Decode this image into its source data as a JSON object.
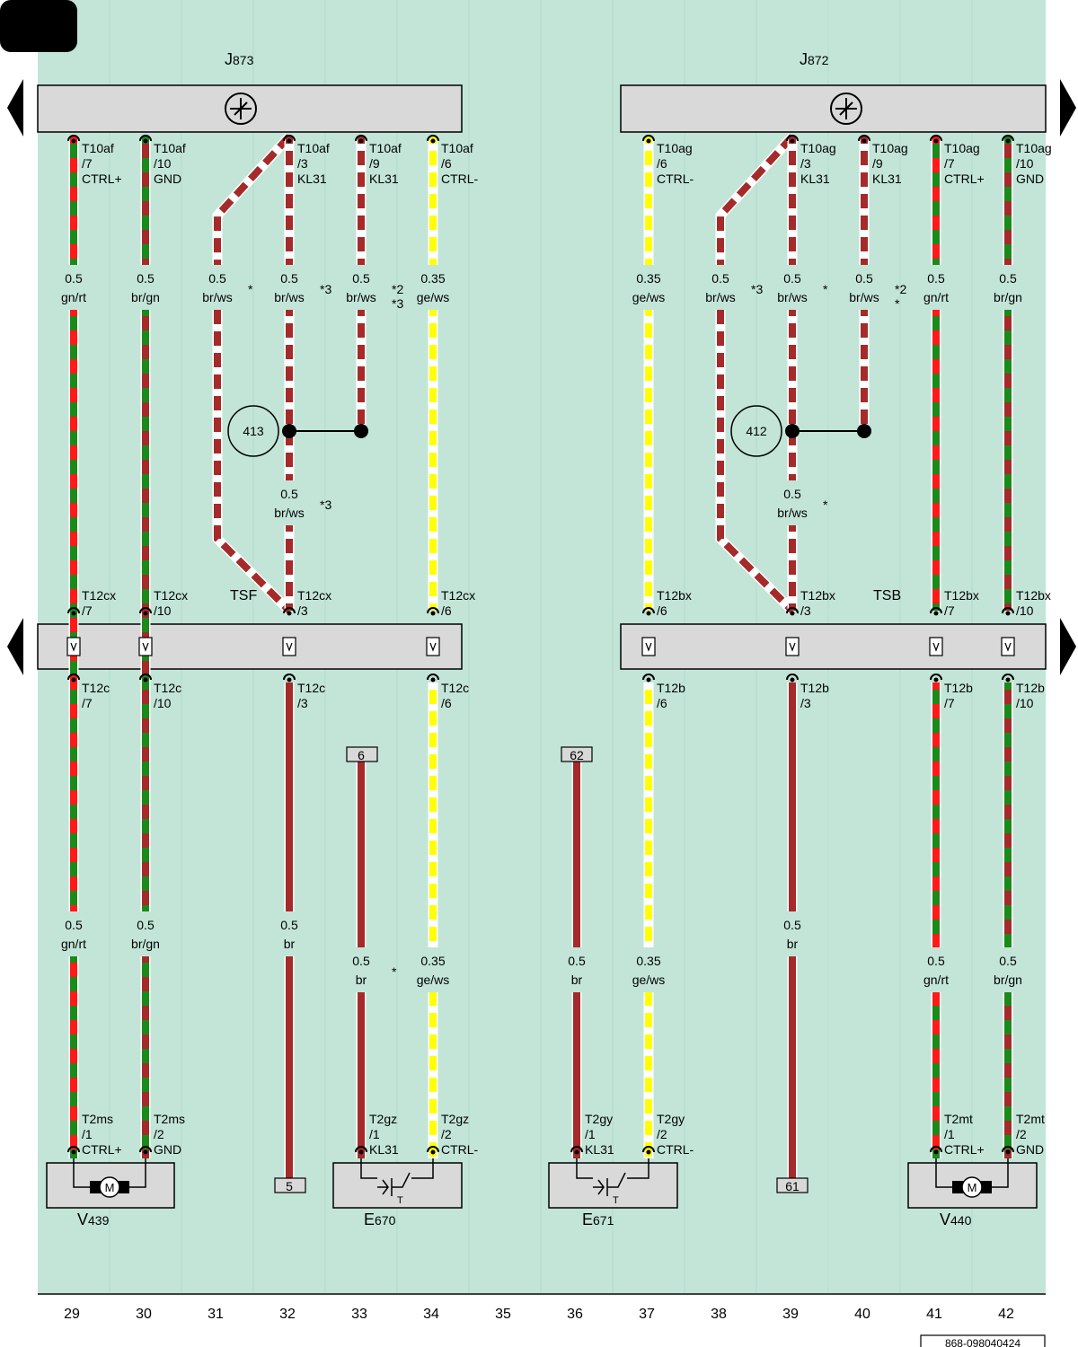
{
  "page_id": "868-098040424",
  "column_numbers": [
    "29",
    "30",
    "31",
    "32",
    "33",
    "34",
    "35",
    "36",
    "37",
    "38",
    "39",
    "40",
    "41",
    "42"
  ],
  "components": {
    "j873": {
      "main": "J",
      "sub": "873"
    },
    "j872": {
      "main": "J",
      "sub": "872"
    },
    "v439": {
      "main": "V",
      "sub": "439"
    },
    "e670": {
      "main": "E",
      "sub": "670"
    },
    "e671": {
      "main": "E",
      "sub": "671"
    },
    "v440": {
      "main": "V",
      "sub": "440"
    },
    "motor_symbol": "M",
    "sensor_symbol": "T"
  },
  "connector_labels": {
    "tsf": "TSF",
    "tsb": "TSB"
  },
  "circle_refs": {
    "c413": "413",
    "c412": "412"
  },
  "terminal_boxes": {
    "b6": "6",
    "b62": "62",
    "b5": "5",
    "b61": "61"
  },
  "colors": {
    "background": "#c2e5d8",
    "component_fill": "#d9d9d9",
    "brown": "#a52a2a",
    "green": "#1a8a1a",
    "red": "#ff1a1a",
    "yellow": "#ffff00",
    "white": "#ffffff",
    "corner_tab": "#000000"
  },
  "pins": [
    {
      "id": "p1",
      "lines": [
        "T10af",
        "/7",
        "CTRL+"
      ]
    },
    {
      "id": "p2",
      "lines": [
        "T10af",
        "/10",
        "GND"
      ]
    },
    {
      "id": "p3",
      "lines": [
        "T10af",
        "/3",
        "KL31"
      ]
    },
    {
      "id": "p4",
      "lines": [
        "T10af",
        "/9",
        "KL31"
      ]
    },
    {
      "id": "p5",
      "lines": [
        "T10af",
        "/6",
        "CTRL-"
      ]
    },
    {
      "id": "p6",
      "lines": [
        "T10ag",
        "/6",
        "CTRL-"
      ]
    },
    {
      "id": "p7",
      "lines": [
        "T10ag",
        "/3",
        "KL31"
      ]
    },
    {
      "id": "p8",
      "lines": [
        "T10ag",
        "/9",
        "KL31"
      ]
    },
    {
      "id": "p9",
      "lines": [
        "T10ag",
        "/7",
        "CTRL+"
      ]
    },
    {
      "id": "p10",
      "lines": [
        "T10ag",
        "/10",
        "GND"
      ]
    },
    {
      "id": "p11",
      "lines": [
        "T12cx",
        "/7"
      ]
    },
    {
      "id": "p12",
      "lines": [
        "T12cx",
        "/10"
      ]
    },
    {
      "id": "p13",
      "lines": [
        "T12cx",
        "/3"
      ]
    },
    {
      "id": "p14",
      "lines": [
        "T12cx",
        "/6"
      ]
    },
    {
      "id": "p15",
      "lines": [
        "T12bx",
        "/6"
      ]
    },
    {
      "id": "p16",
      "lines": [
        "T12bx",
        "/3"
      ]
    },
    {
      "id": "p17",
      "lines": [
        "T12bx",
        "/7"
      ]
    },
    {
      "id": "p18",
      "lines": [
        "T12bx",
        "/10"
      ]
    },
    {
      "id": "p19",
      "lines": [
        "T12c",
        "/7"
      ]
    },
    {
      "id": "p20",
      "lines": [
        "T12c",
        "/10"
      ]
    },
    {
      "id": "p21",
      "lines": [
        "T12c",
        "/3"
      ]
    },
    {
      "id": "p22",
      "lines": [
        "T12c",
        "/6"
      ]
    },
    {
      "id": "p23",
      "lines": [
        "T12b",
        "/6"
      ]
    },
    {
      "id": "p24",
      "lines": [
        "T12b",
        "/3"
      ]
    },
    {
      "id": "p25",
      "lines": [
        "T12b",
        "/7"
      ]
    },
    {
      "id": "p26",
      "lines": [
        "T12b",
        "/10"
      ]
    },
    {
      "id": "p27",
      "lines": [
        "T2ms",
        "/1",
        "CTRL+"
      ]
    },
    {
      "id": "p28",
      "lines": [
        "T2ms",
        "/2",
        "GND"
      ]
    },
    {
      "id": "p29",
      "lines": [
        "T2gz",
        "/1",
        "KL31"
      ]
    },
    {
      "id": "p30",
      "lines": [
        "T2gz",
        "/2",
        "CTRL-"
      ]
    },
    {
      "id": "p31",
      "lines": [
        "T2gy",
        "/1",
        "KL31"
      ]
    },
    {
      "id": "p32",
      "lines": [
        "T2gy",
        "/2",
        "CTRL-"
      ]
    },
    {
      "id": "p33",
      "lines": [
        "T2mt",
        "/1",
        "CTRL+"
      ]
    },
    {
      "id": "p34",
      "lines": [
        "T2mt",
        "/2",
        "GND"
      ]
    }
  ],
  "wire_labels": [
    {
      "id": "w1",
      "size": "0.5",
      "color": "gn/rt",
      "note": ""
    },
    {
      "id": "w2",
      "size": "0.5",
      "color": "br/gn",
      "note": ""
    },
    {
      "id": "w3",
      "size": "0.5",
      "color": "br/ws",
      "note": "*"
    },
    {
      "id": "w4",
      "size": "0.5",
      "color": "br/ws",
      "note": "*3"
    },
    {
      "id": "w5",
      "size": "0.5",
      "color": "br/ws",
      "note": "*2\n*3"
    },
    {
      "id": "w6",
      "size": "0.35",
      "color": "ge/ws",
      "note": ""
    },
    {
      "id": "w7",
      "size": "0.35",
      "color": "ge/ws",
      "note": ""
    },
    {
      "id": "w8",
      "size": "0.5",
      "color": "br/ws",
      "note": "*3"
    },
    {
      "id": "w9",
      "size": "0.5",
      "color": "br/ws",
      "note": "*"
    },
    {
      "id": "w10",
      "size": "0.5",
      "color": "br/ws",
      "note": "*2\n*"
    },
    {
      "id": "w11",
      "size": "0.5",
      "color": "gn/rt",
      "note": ""
    },
    {
      "id": "w12",
      "size": "0.5",
      "color": "br/gn",
      "note": ""
    },
    {
      "id": "w13",
      "size": "0.5",
      "color": "br/ws",
      "note": "*3"
    },
    {
      "id": "w14",
      "size": "0.5",
      "color": "br/ws",
      "note": "*"
    },
    {
      "id": "w15",
      "size": "0.5",
      "color": "gn/rt",
      "note": ""
    },
    {
      "id": "w16",
      "size": "0.5",
      "color": "br/gn",
      "note": ""
    },
    {
      "id": "w17",
      "size": "0.5",
      "color": "br",
      "note": ""
    },
    {
      "id": "w18",
      "size": "0.5",
      "color": "br",
      "note": "*"
    },
    {
      "id": "w19",
      "size": "0.35",
      "color": "ge/ws",
      "note": ""
    },
    {
      "id": "w20",
      "size": "0.5",
      "color": "br",
      "note": ""
    },
    {
      "id": "w21",
      "size": "0.35",
      "color": "ge/ws",
      "note": ""
    },
    {
      "id": "w22",
      "size": "0.5",
      "color": "br",
      "note": ""
    },
    {
      "id": "w23",
      "size": "0.5",
      "color": "gn/rt",
      "note": ""
    },
    {
      "id": "w24",
      "size": "0.5",
      "color": "br/gn",
      "note": ""
    }
  ]
}
